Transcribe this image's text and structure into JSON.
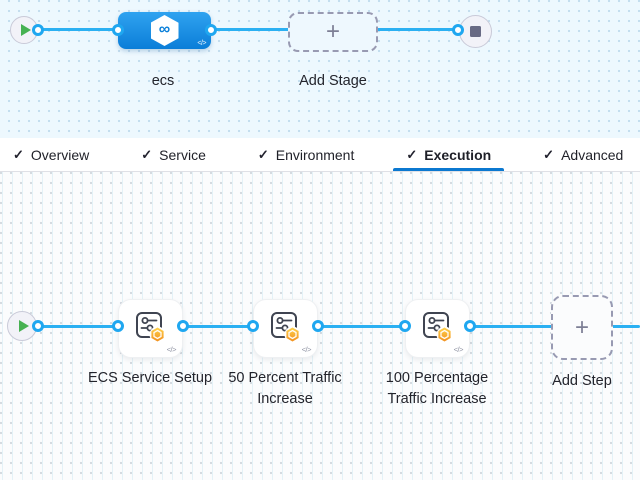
{
  "colors": {
    "connector_blue": "#2bb0f2",
    "accent_blue": "#0278d5",
    "stage_node_gradient_top": "#2fa3f0",
    "stage_node_gradient_bottom": "#0b7ed8",
    "badge_orange": "#f2901e",
    "play_green": "#47b152",
    "canvas_top_bg": "#edf8fe",
    "canvas_bottom_bg": "#fbfcfd"
  },
  "icons": {
    "check": "✓",
    "plus": "+",
    "code": "</>",
    "infinity": "∞"
  },
  "stage_canvas": {
    "stage": {
      "label": "ecs"
    },
    "add_stage_label": "Add Stage"
  },
  "tabs": {
    "active": "Execution",
    "items": [
      {
        "label": "Overview"
      },
      {
        "label": "Service"
      },
      {
        "label": "Environment"
      },
      {
        "label": "Execution"
      },
      {
        "label": "Advanced"
      }
    ]
  },
  "execution_canvas": {
    "steps": [
      {
        "label": "ECS Service Setup"
      },
      {
        "label": "50 Percent Traffic Increase"
      },
      {
        "label": "100 Percentage Traffic Increase"
      }
    ],
    "add_step_label": "Add Step"
  }
}
